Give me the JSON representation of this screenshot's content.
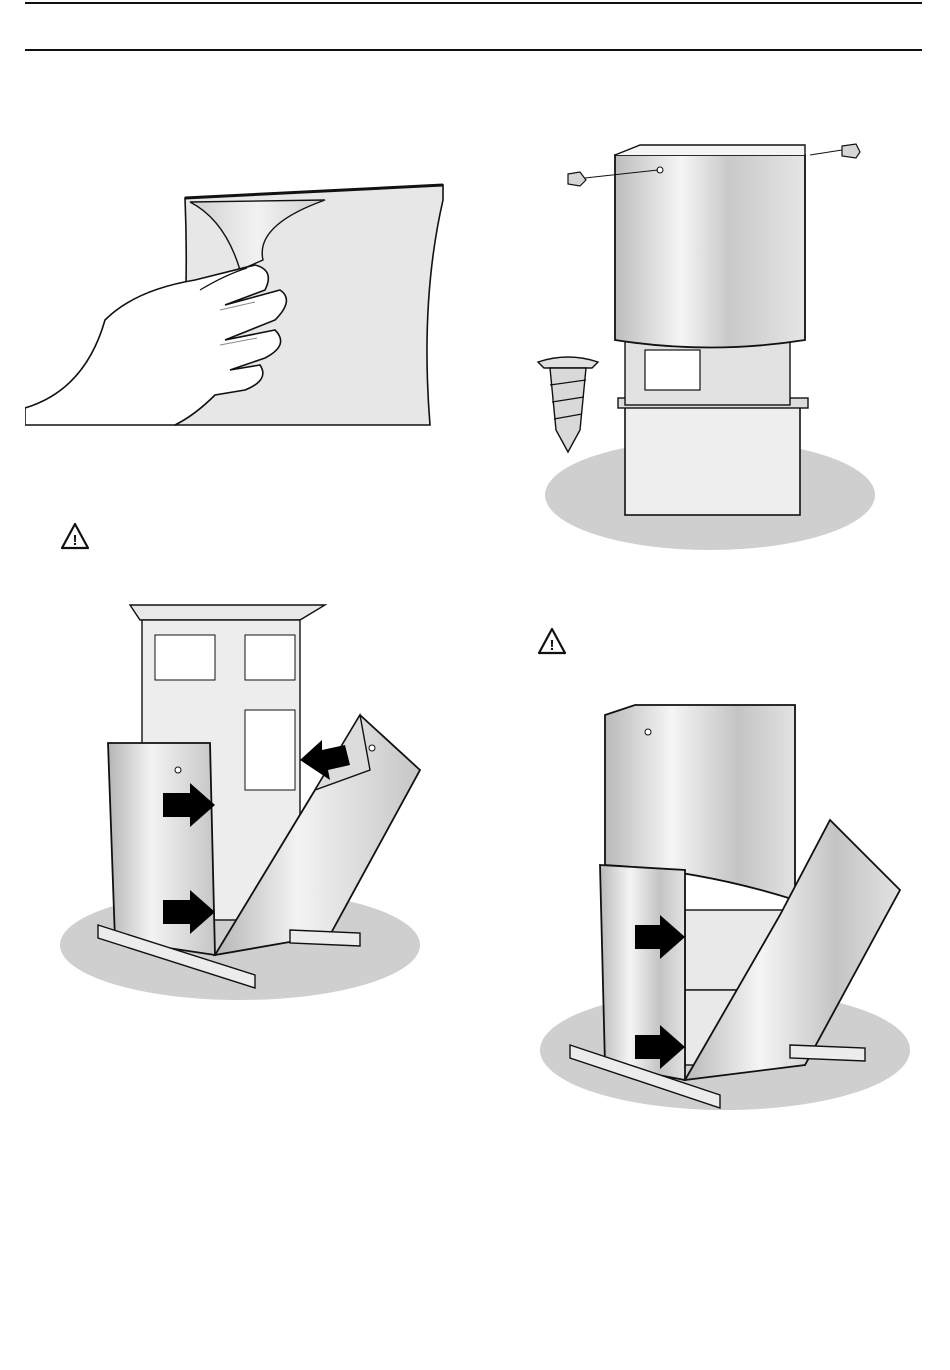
{
  "page": {
    "header_rules": 2
  },
  "illustrations": [
    {
      "id": "peel-film",
      "icon": "hand-peeling-protective-film"
    },
    {
      "id": "fix-upper-chimney",
      "icon": "upper-chimney-with-screws"
    },
    {
      "id": "lower-chimney-open",
      "icon": "lower-chimney-half-shells-with-arrows"
    },
    {
      "id": "lower-chimney-closed",
      "icon": "chimney-assembled-with-arrows"
    }
  ],
  "warnings": [
    {
      "icon": "warning-triangle-icon",
      "symbol": "!"
    },
    {
      "icon": "warning-triangle-icon",
      "symbol": "!"
    }
  ],
  "colors": {
    "ink": "#111111",
    "metal_light": "#e6e6e6",
    "metal_mid": "#bdbdbd",
    "shadow": "#c8c8c8",
    "arrow": "#000000"
  }
}
